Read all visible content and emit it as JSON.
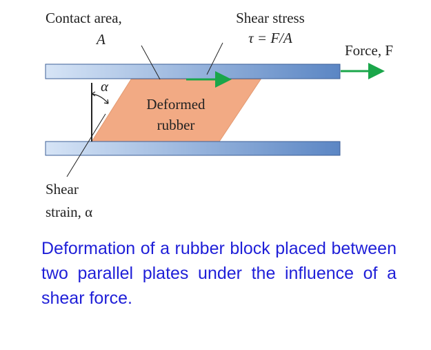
{
  "diagram": {
    "contact_area_label": "Contact area,",
    "contact_area_symbol": "A",
    "shear_stress_label": "Shear stress",
    "shear_stress_formula": "τ = F/A",
    "force_label": "Force, F",
    "alpha_symbol": "α",
    "rubber_label_line1": "Deformed",
    "rubber_label_line2": "rubber",
    "shear_strain_line1": "Shear",
    "shear_strain_line2": "strain, α"
  },
  "caption": "Deformation of a rubber block placed between two parallel plates under the influence of a shear force.",
  "colors": {
    "plate": "#5b86c4",
    "plate_highlight": "#d6e4f6",
    "rubber": "#f2aa84",
    "arrow": "#1aa64a",
    "caption_text": "#1f1fd8"
  }
}
